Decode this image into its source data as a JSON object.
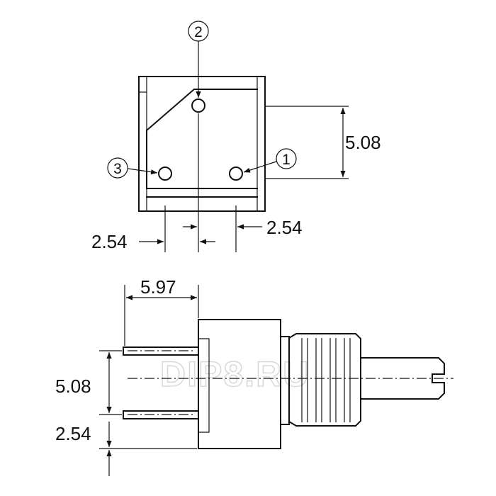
{
  "top_view": {
    "pin_labels": [
      "1",
      "2",
      "3"
    ],
    "dim_pin_pitch_left": "2.54",
    "dim_pin_pitch_right": "2.54",
    "dim_pin_height": "5.08"
  },
  "side_view": {
    "dim_depth": "5.97",
    "dim_pin_spacing": "5.08",
    "dim_bottom": "2.54"
  },
  "watermark": "DIP8.RU"
}
